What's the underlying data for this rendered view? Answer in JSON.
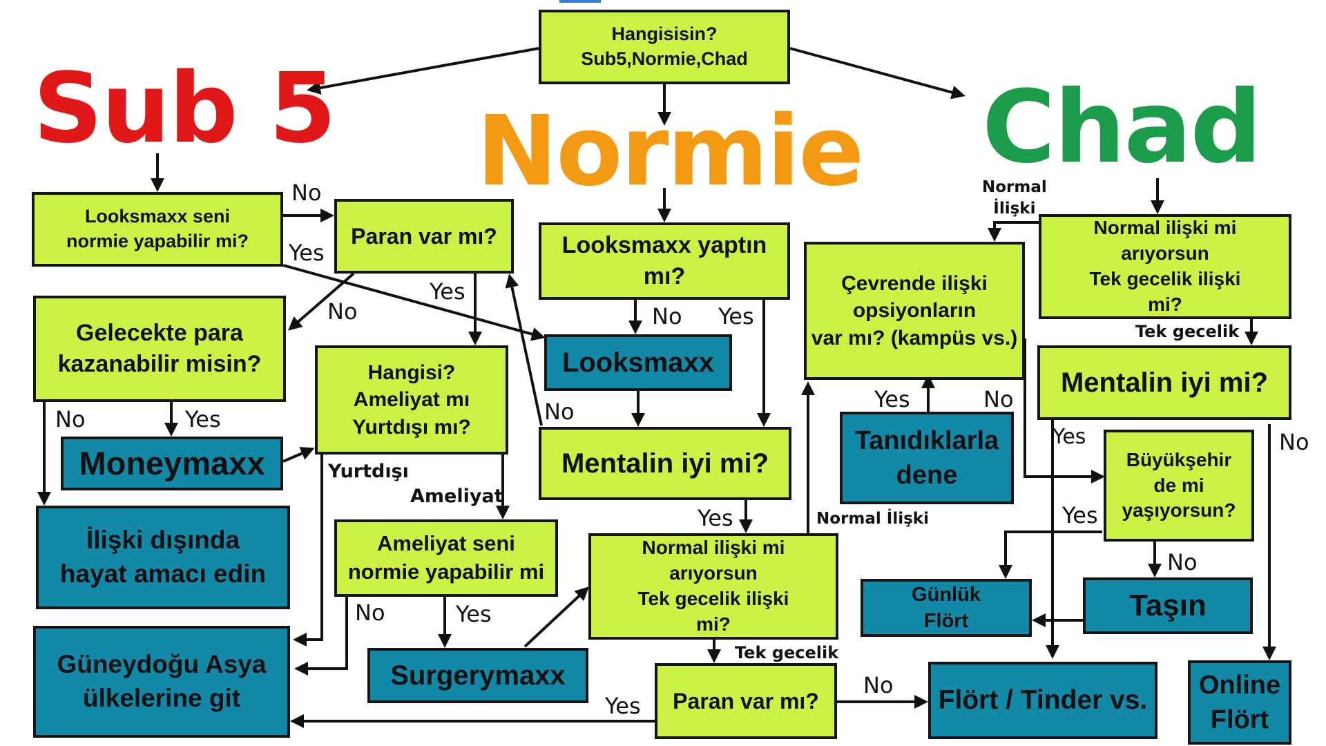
{
  "colors": {
    "question_fill": "#ccf243",
    "answer_fill": "#1389a8",
    "outline": "#151515",
    "sub5": "#e01818",
    "normie": "#f39a12",
    "chad": "#1a9c4a"
  },
  "titles": {
    "sub5": "Sub 5",
    "normie": "Normie",
    "chad": "Chad"
  },
  "nodes": {
    "top": "Hangisisin?\nSub5,Normie,Chad",
    "s5_looksmaxx_q": "Looksmaxx seni\nnormie yapabilir mi?",
    "s5_money_q": "Paran var mı?",
    "s5_future_q": "Gelecekte para\nkazanabilir misin?",
    "s5_moneymaxx": "Moneymaxx",
    "s5_purpose": "İlişki dışında\nhayat amacı edin",
    "s5_asia": "Güneydoğu Asya\nülkelerine git",
    "s5_which_q": "Hangisi?\nAmeliyat mı\nYurtdışı mı?",
    "s5_surgery_q": "Ameliyat seni\nnormie yapabilir mi",
    "s5_surgerymaxx": "Surgerymaxx",
    "n_looksmaxx_q": "Looksmaxx yaptın\nmı?",
    "n_looksmaxx": "Looksmaxx",
    "n_mental_q": "Mentalin iyi mi?",
    "n_relation_q": "Normal ilişki mi\narıyorsun\nTek gecelik ilişki\nmi?",
    "n_money_q": "Paran var mı?",
    "n_flirt": "Flört / Tinder vs.",
    "c_relation_q": "Normal ilişki mi\narıyorsun\nTek gecelik ilişki\nmi?",
    "c_options_q": "Çevrende ilişki\nopsiyonların\nvar mı? (kampüs vs.)",
    "c_acq": "Tanıdıklarla\ndene",
    "c_mental_q": "Mentalin iyi mi?",
    "c_city_q": "Büyükşehir\nde mi\nyaşıyorsun?",
    "c_daily": "Günlük\nFlört",
    "c_move": "Taşın",
    "c_online": "Online\nFlört"
  },
  "labels": {
    "no1": "No",
    "yes1": "Yes",
    "no2": "No",
    "yes2": "Yes",
    "no3": "No",
    "yes3": "Yes",
    "yurtdisi": "Yurtdışı",
    "ameliyat": "Ameliyat",
    "no4": "No",
    "yes4": "Yes",
    "no5": "No",
    "yes5": "Yes",
    "no6": "No",
    "yes6": "Yes",
    "tek1": "Tek gecelik",
    "yes7": "Yes",
    "no7": "No",
    "normal1": "Normal\nİlişki",
    "tek2": "Tek gecelik",
    "yes8": "Yes",
    "no8": "No",
    "normal2": "Normal İlişki",
    "yes9": "Yes",
    "no9": "No",
    "yes10": "Yes",
    "no10": "No"
  }
}
